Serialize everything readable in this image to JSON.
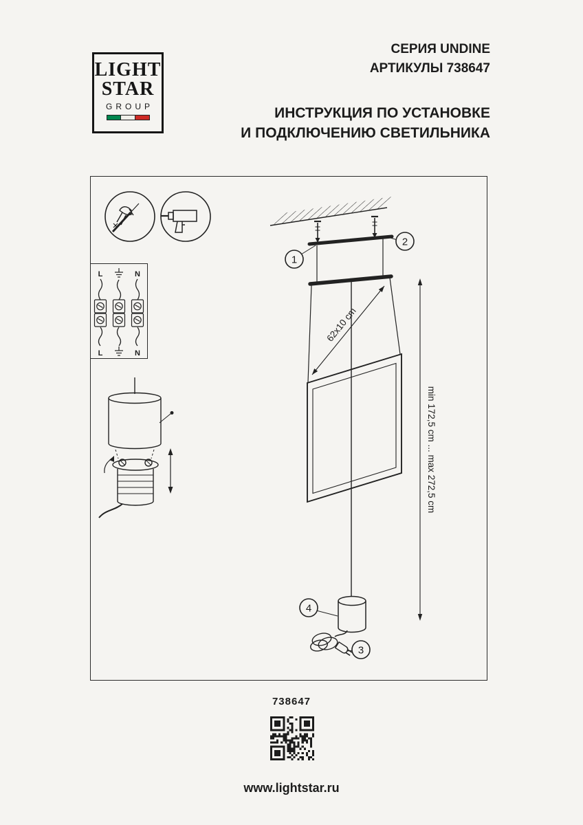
{
  "colors": {
    "paper": "#f5f4f1",
    "ink": "#1c1c1c",
    "flag_green": "#00864e",
    "flag_white": "#f0efe9",
    "flag_red": "#cd2a24"
  },
  "logo": {
    "line1": "LIGHT",
    "line2": "STAR",
    "line3": "GROUP"
  },
  "header": {
    "series": "СЕРИЯ UNDINE",
    "articles": "АРТИКУЛЫ 738647",
    "title_line1": "ИНСТРУКЦИЯ ПО УСТАНОВКЕ",
    "title_line2": "И ПОДКЛЮЧЕНИЮ СВЕТИЛЬНИКА"
  },
  "wiring": {
    "live": "L",
    "neutral": "N"
  },
  "diagram": {
    "callouts": {
      "c1": "1",
      "c2": "2",
      "c3": "3",
      "c4": "4"
    },
    "bar_dimension": "62x10 cm",
    "height_dimension": "min 172,5 cm ... max 272,5 cm"
  },
  "icons": {
    "tool_badge_1": "wire-strip-icon",
    "tool_badge_2": "drill-icon",
    "qr": "qr-code"
  },
  "footer": {
    "article": "738647",
    "website": "www.lightstar.ru"
  }
}
